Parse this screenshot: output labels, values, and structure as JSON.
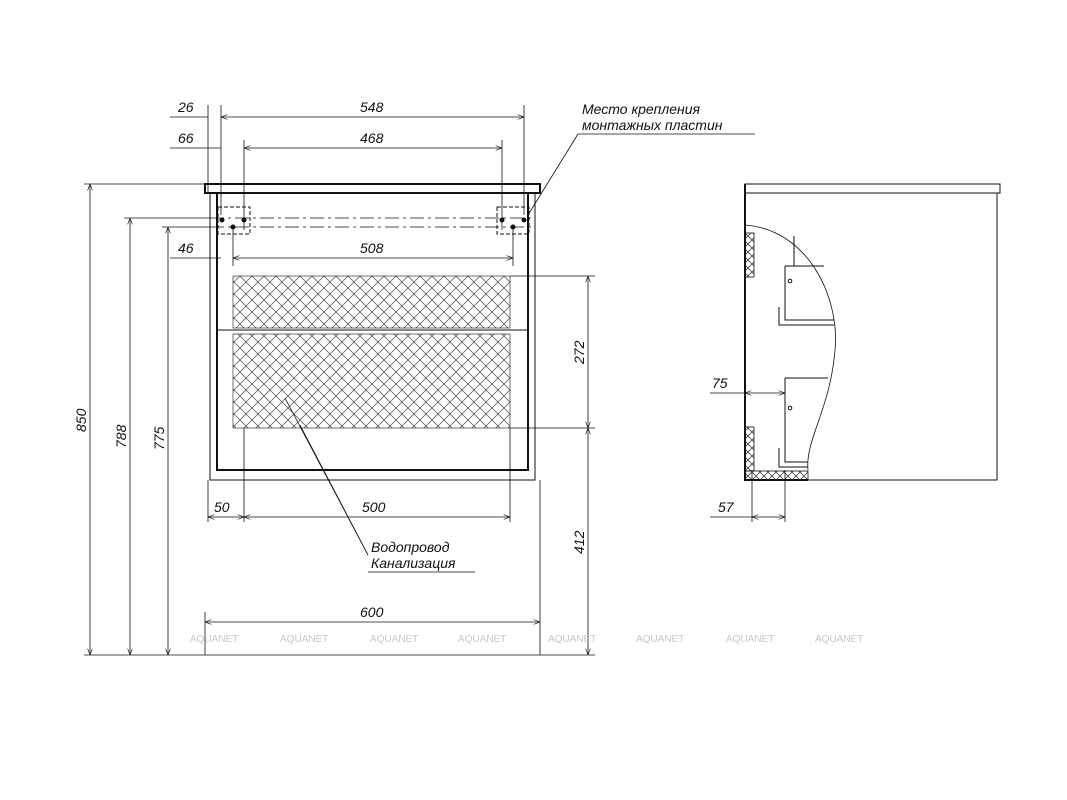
{
  "front_view": {
    "dimensions": {
      "d26": "26",
      "d548": "548",
      "d66": "66",
      "d468": "468",
      "d46": "46",
      "d508": "508",
      "d850": "850",
      "d788": "788",
      "d775": "775",
      "d272": "272",
      "d412": "412",
      "d50": "50",
      "d500": "500",
      "d600": "600"
    },
    "notes": {
      "mount_line1": "Место крепления",
      "mount_line2": "монтажных пластин",
      "pipes_line1": "Водопровод",
      "pipes_line2": "Канализация"
    }
  },
  "side_view": {
    "dimensions": {
      "d75": "75",
      "d57": "57"
    }
  },
  "watermark": "AQUANET"
}
